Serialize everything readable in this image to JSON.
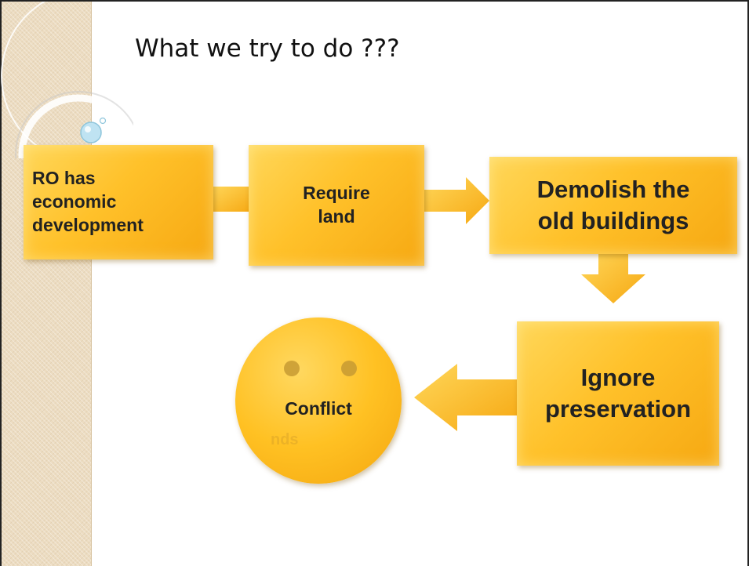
{
  "slide": {
    "title": "What we try to do ???"
  },
  "flow": {
    "step1": {
      "line1": "RO has",
      "line2": "economic",
      "line3": "development"
    },
    "step2": {
      "line1": "Require",
      "line2": "land"
    },
    "step3": {
      "line1": "Demolish the",
      "line2": "old buildings"
    },
    "step4": {
      "line1": "Ignore",
      "line2": "preservation"
    },
    "result": {
      "label": "Conflict",
      "ghost_text": "nds"
    }
  },
  "colors": {
    "box_light": "#ffd75a",
    "box_mid": "#ffc12a",
    "box_dark": "#f6a812",
    "sidebar": "#ecdcc1"
  }
}
